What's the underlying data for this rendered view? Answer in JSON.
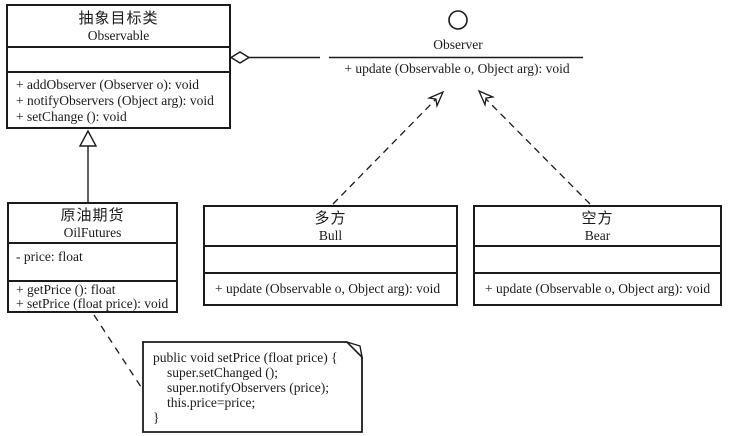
{
  "colors": {
    "ink": "#1b1b1b",
    "background": "#ffffff"
  },
  "classes": {
    "observable": {
      "name_cn": "抽象目标类",
      "name_en": "Observable",
      "attributes": [],
      "methods": [
        "+ addObserver (Observer o): void",
        "+ notifyObservers (Object arg): void",
        "+ setChange (): void"
      ]
    },
    "oilfutures": {
      "name_cn": "原油期货",
      "name_en": "OilFutures",
      "attributes": [
        "- price: float"
      ],
      "methods": [
        "+ getPrice (): float",
        "+ setPrice (float price): void"
      ]
    },
    "bull": {
      "name_cn": "多方",
      "name_en": "Bull",
      "attributes": [],
      "methods": [
        "+ update (Observable o, Object arg): void"
      ]
    },
    "bear": {
      "name_cn": "空方",
      "name_en": "Bear",
      "attributes": [],
      "methods": [
        "+ update (Observable o, Object arg): void"
      ]
    }
  },
  "interface": {
    "name": "Observer",
    "method": "+ update (Observable o, Object arg): void"
  },
  "note": {
    "lines": [
      "public void setPrice (float price) {",
      "super.setChanged ();",
      "super.notifyObservers (price);",
      "this.price=price;",
      "}"
    ]
  },
  "relationships": [
    {
      "type": "aggregation",
      "from": "Observable",
      "to": "Observer"
    },
    {
      "type": "generalization",
      "from": "OilFutures",
      "to": "Observable"
    },
    {
      "type": "realization",
      "from": "Bull",
      "to": "Observer"
    },
    {
      "type": "realization",
      "from": "Bear",
      "to": "Observer"
    },
    {
      "type": "note-anchor",
      "from": "code-note",
      "to": "OilFutures"
    }
  ]
}
